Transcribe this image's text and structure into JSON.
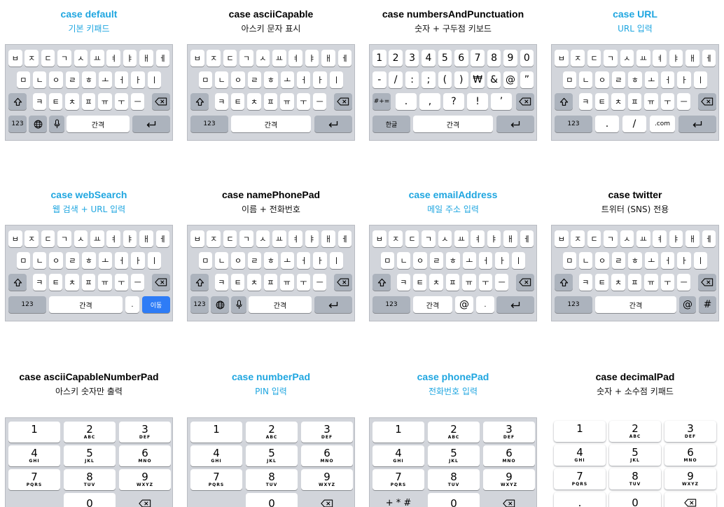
{
  "colors": {
    "accent": "#1fa6e0",
    "keyboard_bg": "#d2d5db",
    "key": "#ffffff",
    "special_key": "#acb3bd",
    "go_key": "#2e7cf6"
  },
  "icons": {
    "shift": "shift-icon",
    "backspace": "backspace-icon",
    "globe": "globe-icon",
    "mic": "microphone-icon",
    "return": "return-icon"
  },
  "korean_rows": [
    [
      "ㅂ",
      "ㅈ",
      "ㄷ",
      "ㄱ",
      "ㅅ",
      "ㅛ",
      "ㅕ",
      "ㅑ",
      "ㅐ",
      "ㅔ"
    ],
    [
      "ㅁ",
      "ㄴ",
      "ㅇ",
      "ㄹ",
      "ㅎ",
      "ㅗ",
      "ㅓ",
      "ㅏ",
      "ㅣ"
    ],
    [
      "ㅋ",
      "ㅌ",
      "ㅊ",
      "ㅍ",
      "ㅠ",
      "ㅜ",
      "ㅡ"
    ]
  ],
  "number_rows": [
    [
      "1",
      "2",
      "3",
      "4",
      "5",
      "6",
      "7",
      "8",
      "9",
      "0"
    ],
    [
      "-",
      "/",
      ":",
      ";",
      "(",
      ")",
      "₩",
      "&",
      "@",
      "”"
    ],
    [
      ".",
      ",",
      "?",
      "!",
      "’"
    ]
  ],
  "numpad": [
    {
      "digit": "1",
      "letters": ""
    },
    {
      "digit": "2",
      "letters": "ABC"
    },
    {
      "digit": "3",
      "letters": "DEF"
    },
    {
      "digit": "4",
      "letters": "GHI"
    },
    {
      "digit": "5",
      "letters": "JKL"
    },
    {
      "digit": "6",
      "letters": "MNO"
    },
    {
      "digit": "7",
      "letters": "PQRS"
    },
    {
      "digit": "8",
      "letters": "TUV"
    },
    {
      "digit": "9",
      "letters": "WXYZ"
    }
  ],
  "numpad_zero": "0",
  "phone_special": "+ * #",
  "decimal_point": ".",
  "labels": {
    "num_switch": "123",
    "space": "간격",
    "hangul": "한글",
    "symbol_switch": "#+=",
    "dot": ".",
    "slash": "/",
    "dotcom": ".com",
    "go": "이동",
    "at": "@",
    "hash": "#"
  },
  "cells": [
    {
      "title": "case default",
      "subtitle": "기본 키패드",
      "accent": true
    },
    {
      "title": "case asciiCapable",
      "subtitle": "아스키 문자 표시",
      "accent": false
    },
    {
      "title": "case numbersAndPunctuation",
      "subtitle": "숫자 + 구두점 키보드",
      "accent": false
    },
    {
      "title": "case URL",
      "subtitle": "URL 입력",
      "accent": true
    },
    {
      "title": "case webSearch",
      "subtitle": "웹 검색 + URL 입력",
      "accent": true
    },
    {
      "title": "case namePhonePad",
      "subtitle": "이름 + 전화번호",
      "accent": false
    },
    {
      "title": "case emailAddress",
      "subtitle": "메일 주소 입력",
      "accent": true
    },
    {
      "title": "case twitter",
      "subtitle": "트위터 (SNS) 전용",
      "accent": false
    },
    {
      "title": "case asciiCapableNumberPad",
      "subtitle": "아스키 숫자만 출력",
      "accent": false
    },
    {
      "title": "case numberPad",
      "subtitle": "PIN 입력",
      "accent": true
    },
    {
      "title": "case phonePad",
      "subtitle": "전화번호 입력",
      "accent": true
    },
    {
      "title": "case decimalPad",
      "subtitle": "숫자 + 소수점 키패드",
      "accent": false
    }
  ]
}
